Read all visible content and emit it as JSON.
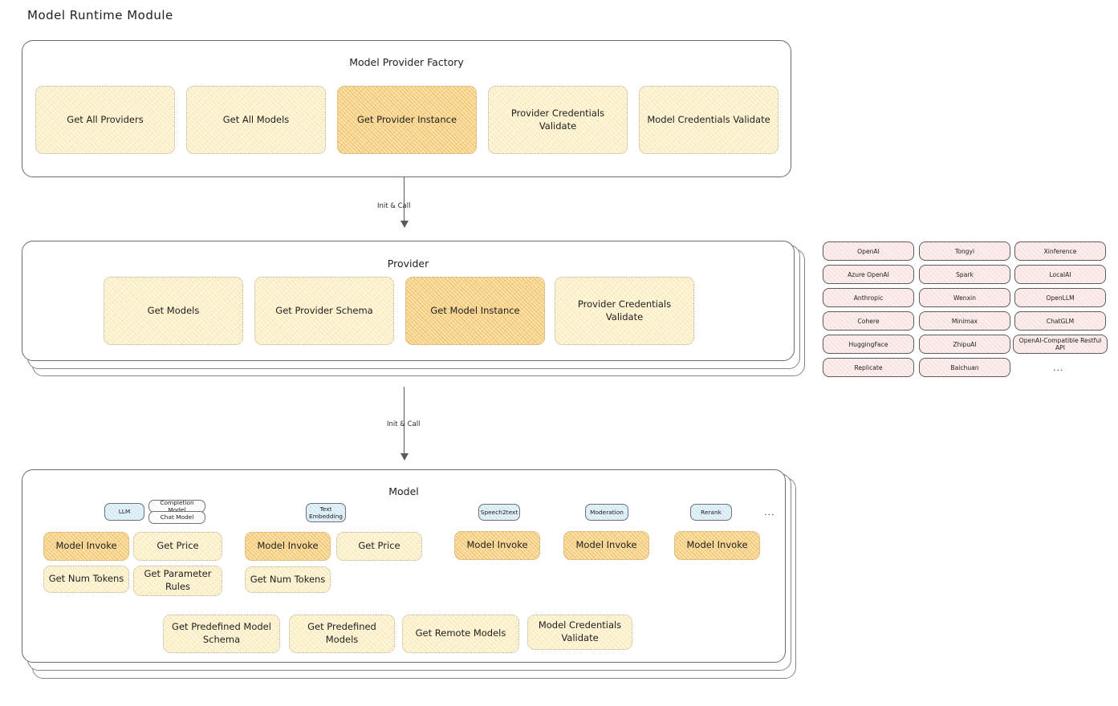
{
  "page": {
    "title": "Model Runtime Module"
  },
  "factory": {
    "title": "Model Provider Factory",
    "nodes": [
      {
        "label": "Get All Providers",
        "highlight": false
      },
      {
        "label": "Get All Models",
        "highlight": false
      },
      {
        "label": "Get Provider Instance",
        "highlight": true
      },
      {
        "label": "Provider Credentials Validate",
        "highlight": false
      },
      {
        "label": "Model Credentials Validate",
        "highlight": false
      }
    ]
  },
  "arrows": [
    {
      "label": "Init & Call"
    },
    {
      "label": "Init & Call"
    }
  ],
  "provider": {
    "title": "Provider",
    "nodes": [
      {
        "label": "Get Models",
        "highlight": false
      },
      {
        "label": "Get Provider Schema",
        "highlight": false
      },
      {
        "label": "Get Model Instance",
        "highlight": true
      },
      {
        "label": "Provider Credentials Validate",
        "highlight": false
      }
    ]
  },
  "provider_list": {
    "columns": [
      [
        "OpenAI",
        "Azure OpenAI",
        "Anthropic",
        "Cohere",
        "HuggingFace",
        "Replicate"
      ],
      [
        "Tongyi",
        "Spark",
        "Wenxin",
        "Minimax",
        "ZhipuAI",
        "Baichuan"
      ],
      [
        "Xinference",
        "LocalAI",
        "OpenLLM",
        "ChatGLM",
        "OpenAI-Compatible Restful API"
      ]
    ],
    "ellipsis": "..."
  },
  "model": {
    "title": "Model",
    "ellipsis": "...",
    "groups": [
      {
        "badge": "LLM",
        "badge_style": "blue",
        "sub_badges": [
          "Completion Model",
          "Chat Model"
        ],
        "nodes": [
          {
            "label": "Model Invoke",
            "highlight": true
          },
          {
            "label": "Get Price",
            "highlight": false
          },
          {
            "label": "Get Num Tokens",
            "highlight": false
          },
          {
            "label": "Get Parameter Rules",
            "highlight": false
          }
        ]
      },
      {
        "badge": "Text Embedding",
        "badge_style": "blue",
        "sub_badges": [],
        "nodes": [
          {
            "label": "Model Invoke",
            "highlight": true
          },
          {
            "label": "Get Price",
            "highlight": false
          },
          {
            "label": "Get Num Tokens",
            "highlight": false
          }
        ]
      },
      {
        "badge": "Speech2text",
        "badge_style": "blue",
        "sub_badges": [],
        "nodes": [
          {
            "label": "Model Invoke",
            "highlight": true
          }
        ]
      },
      {
        "badge": "Moderation",
        "badge_style": "blue",
        "sub_badges": [],
        "nodes": [
          {
            "label": "Model Invoke",
            "highlight": true
          }
        ]
      },
      {
        "badge": "Rerank",
        "badge_style": "blue",
        "sub_badges": [],
        "nodes": [
          {
            "label": "Model Invoke",
            "highlight": true
          }
        ]
      }
    ],
    "common_nodes": [
      {
        "label": "Get Predefined Model Schema"
      },
      {
        "label": "Get Predefined Models"
      },
      {
        "label": "Get Remote Models"
      },
      {
        "label": "Model Credentials Validate"
      }
    ]
  },
  "colors": {
    "node_fill": "#fdf6dd",
    "node_highlight_fill": "#fbe2ae",
    "badge_fill": "#e3f1f8",
    "pill_fill": "#fdeeee",
    "stroke": "#6b6b6b"
  }
}
